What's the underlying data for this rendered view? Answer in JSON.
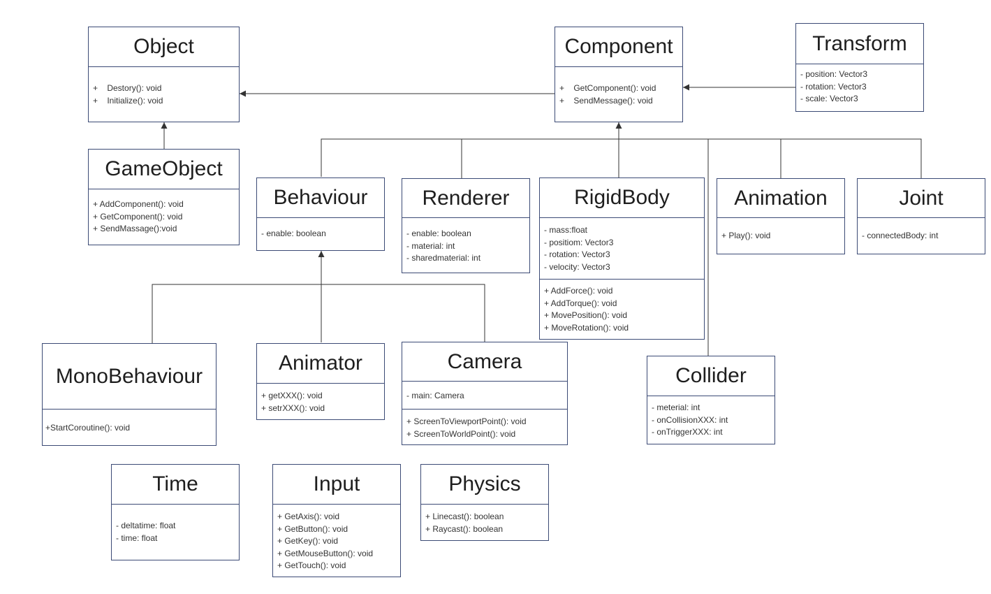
{
  "classes": {
    "object": {
      "title": "Object",
      "members": [],
      "methods": [
        "+    Destory(): void",
        "+    Initialize(): void"
      ]
    },
    "component": {
      "title": "Component",
      "members": [],
      "methods": [
        "+    GetComponent(): void",
        "+    SendMessage(): void"
      ]
    },
    "transform": {
      "title": "Transform",
      "members": [
        "- position: Vector3",
        "- rotation: Vector3",
        "- scale: Vector3"
      ],
      "methods": []
    },
    "gameobject": {
      "title": "GameObject",
      "members": [],
      "methods": [
        "+ AddComponent(): void",
        "+ GetComponent(): void",
        "+ SendMassage():void"
      ]
    },
    "behaviour": {
      "title": "Behaviour",
      "members": [
        "- enable: boolean"
      ],
      "methods": []
    },
    "renderer": {
      "title": "Renderer",
      "members": [
        "- enable: boolean",
        "- material: int",
        "- sharedmaterial: int"
      ],
      "methods": []
    },
    "rigidbody": {
      "title": "RigidBody",
      "members": [
        "- mass:float",
        "- positiom: Vector3",
        "- rotation: Vector3",
        "- velocity: Vector3"
      ],
      "methods": [
        "+ AddForce(): void",
        "+ AddTorque(): void",
        "+ MovePosition(): void",
        "+ MoveRotation(): void"
      ]
    },
    "animation": {
      "title": "Animation",
      "members": [],
      "methods": [
        "+ Play(): void"
      ]
    },
    "joint": {
      "title": "Joint",
      "members": [
        "- connectedBody: int"
      ],
      "methods": []
    },
    "monobehaviour": {
      "title": "MonoBehaviour",
      "members": [],
      "methods": [
        "+StartCoroutine(): void"
      ]
    },
    "animator": {
      "title": "Animator",
      "members": [],
      "methods": [
        "+ getXXX(): void",
        "+ setrXXX(): void"
      ]
    },
    "camera": {
      "title": "Camera",
      "members": [
        "- main: Camera"
      ],
      "methods": [
        "+ ScreenToViewportPoint(): void",
        "+ ScreenToWorldPoint(): void"
      ]
    },
    "collider": {
      "title": "Collider",
      "members": [
        "- meterial: int",
        "- onCollisionXXX: int",
        "- onTriggerXXX: int"
      ],
      "methods": []
    },
    "time": {
      "title": "Time",
      "members": [
        "- deltatime: float",
        "- time: float"
      ],
      "methods": []
    },
    "input": {
      "title": "Input",
      "members": [],
      "methods": [
        "+ GetAxis(): void",
        "+ GetButton(): void",
        "+ GetKey(): void",
        "+ GetMouseButton(): void",
        "+ GetTouch(): void"
      ]
    },
    "physics": {
      "title": "Physics",
      "members": [],
      "methods": [
        "+ Linecast(): boolean",
        "+ Raycast(): boolean"
      ]
    }
  },
  "relations": [
    {
      "from": "Component",
      "to": "Object",
      "type": "generalization"
    },
    {
      "from": "Transform",
      "to": "Component",
      "type": "association"
    },
    {
      "from": "GameObject",
      "to": "Object",
      "type": "generalization"
    },
    {
      "from": "Behaviour",
      "to": "Component",
      "type": "generalization"
    },
    {
      "from": "Renderer",
      "to": "Component",
      "type": "generalization"
    },
    {
      "from": "RigidBody",
      "to": "Component",
      "type": "generalization"
    },
    {
      "from": "Animation",
      "to": "Component",
      "type": "generalization"
    },
    {
      "from": "Joint",
      "to": "Component",
      "type": "generalization"
    },
    {
      "from": "Collider",
      "to": "Component",
      "type": "generalization"
    },
    {
      "from": "MonoBehaviour",
      "to": "Behaviour",
      "type": "generalization"
    },
    {
      "from": "Animator",
      "to": "Behaviour",
      "type": "generalization"
    },
    {
      "from": "Camera",
      "to": "Behaviour",
      "type": "generalization"
    }
  ],
  "colors": {
    "border": "#3b4a75",
    "connector": "#333333"
  }
}
